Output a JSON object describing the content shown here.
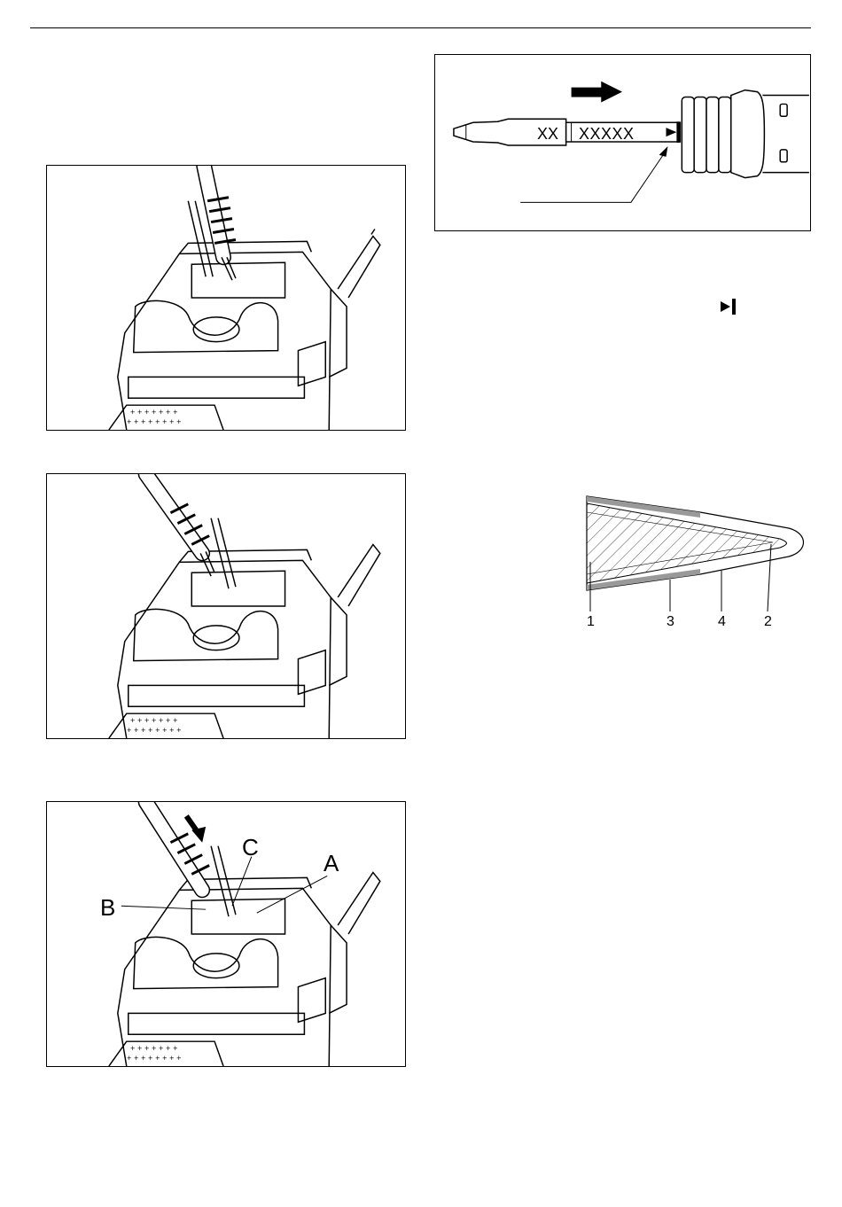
{
  "tip_figure": {
    "label_short": "XX",
    "label_long": "XXXXX"
  },
  "station_figure_3": {
    "callouts": {
      "a": "A",
      "b": "B",
      "c": "C"
    }
  },
  "cross_section": {
    "labels": [
      "1",
      "3",
      "4",
      "2"
    ]
  },
  "icons": {
    "stop_mark": "stop-mark-icon",
    "arrow": "right-arrow-icon"
  }
}
